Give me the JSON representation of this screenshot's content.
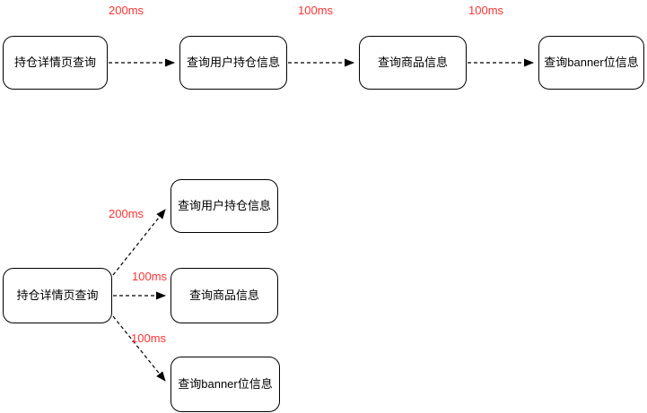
{
  "diagram": {
    "top_flow": {
      "description": "serial-call-chain",
      "nodes": [
        {
          "label": "持仓详情页查询"
        },
        {
          "label": "查询用户持仓信息"
        },
        {
          "label": "查询商品信息"
        },
        {
          "label": "查询banner位信息"
        }
      ],
      "edges": [
        {
          "label": "200ms"
        },
        {
          "label": "100ms"
        },
        {
          "label": "100ms"
        }
      ]
    },
    "fanout_flow": {
      "description": "parallel-call-fanout",
      "source": {
        "label": "持仓详情页查询"
      },
      "targets": [
        {
          "label": "查询用户持仓信息"
        },
        {
          "label": "查询商品信息"
        },
        {
          "label": "查询banner位信息"
        }
      ],
      "edges": [
        {
          "label": "200ms"
        },
        {
          "label": "100ms"
        },
        {
          "label": "100ms"
        }
      ]
    },
    "colors": {
      "edge_label": "#FF3333",
      "node_border": "#000000",
      "node_fill": "#FFFFFF",
      "edge_stroke": "#000000"
    }
  }
}
